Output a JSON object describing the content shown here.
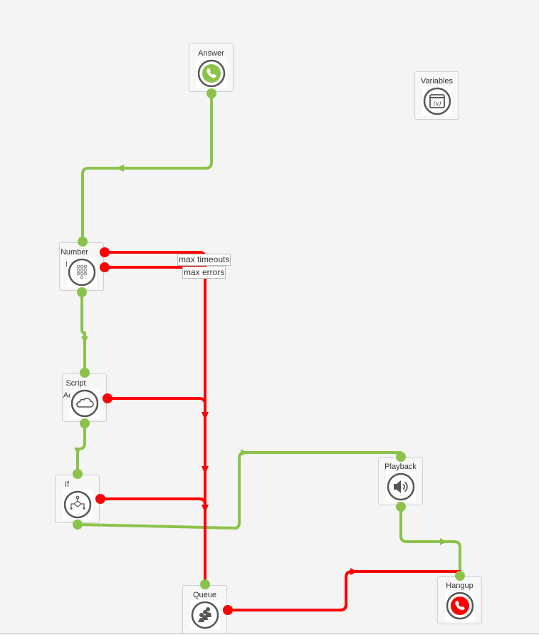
{
  "colors": {
    "success": "#8bc34a",
    "failure": "#ff0000",
    "icon_ring": "#555555",
    "answer_fill": "#8bc34a",
    "hangup_fill": "#ff0000"
  },
  "nodes": {
    "answer": {
      "label": "Answer",
      "icon": "phone-answer-icon"
    },
    "variables": {
      "label": "Variables",
      "icon": "variables-icon"
    },
    "number_input": {
      "label": "Number Input",
      "icon": "keypad-icon"
    },
    "script_access": {
      "label": "Script Access",
      "icon": "cloud-icon"
    },
    "if": {
      "label": "If",
      "icon": "branch-icon"
    },
    "playback": {
      "label": "Playback",
      "icon": "speaker-icon"
    },
    "queue": {
      "label": "Queue",
      "icon": "queue-people-icon"
    },
    "hangup": {
      "label": "Hangup",
      "icon": "phone-hangup-icon"
    }
  },
  "edge_labels": {
    "max_timeouts": "max timeouts",
    "max_errors": "max errors"
  }
}
